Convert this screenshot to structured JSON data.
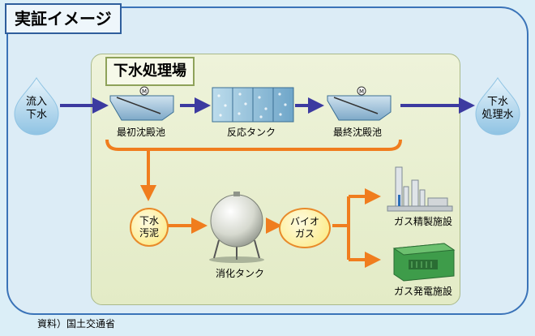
{
  "title": "実証イメージ",
  "plant_title": "下水処理場",
  "inflow": [
    "流入",
    "下水"
  ],
  "outflow": [
    "下水",
    "処理水"
  ],
  "stages": {
    "primary": "最初沈殿池",
    "reactor": "反応タンク",
    "final": "最終沈殿池",
    "digester": "消化タンク",
    "refinery": "ガス精製施設",
    "generator": "ガス発電施設"
  },
  "sludge": [
    "下水",
    "汚泥"
  ],
  "biogas": [
    "バイオ",
    "ガス"
  ],
  "source": "資料）国土交通省",
  "colors": {
    "water_flow": "#3c3aa0",
    "sludge_flow": "#f07d1e",
    "frame": "#3a73b8",
    "plant_bg": "#e8efcf"
  }
}
